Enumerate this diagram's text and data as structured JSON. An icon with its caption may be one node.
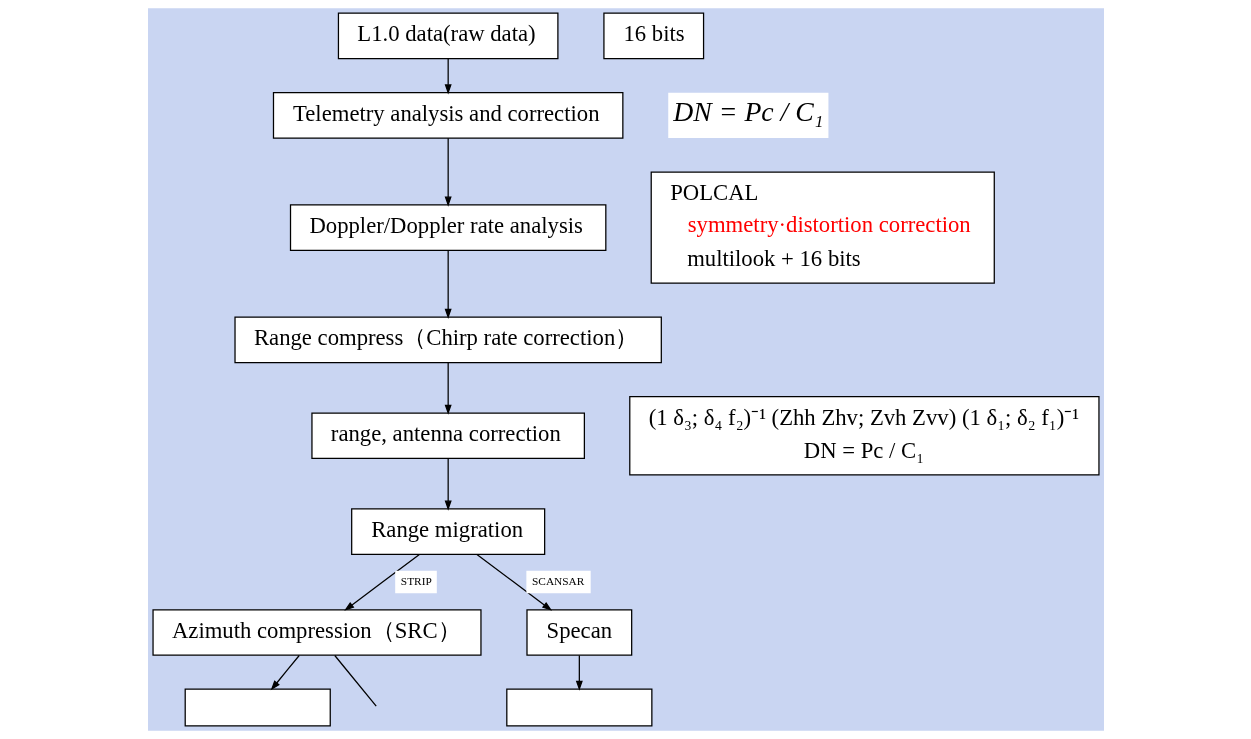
{
  "diagram": {
    "nodes": [
      {
        "text": [
          "L1.0 data(raw data)"
        ]
      },
      {
        "text": [
          "Telemetry analysis and correction"
        ]
      },
      {
        "text": [
          "Doppler/Doppler rate analysis"
        ]
      },
      {
        "text": [
          "Range compress（Chirp rate correction）"
        ]
      },
      {
        "text": [
          "range, antenna correction"
        ]
      },
      {
        "text": [
          "Range migration"
        ]
      },
      {
        "text": [
          "Azimuth compression（SRC）"
        ]
      },
      {
        "text": [
          "Specan"
        ]
      },
      {
        "text": [],
        "shape": "box"
      },
      {
        "text": [],
        "shape": "box"
      },
      {
        "text": [
          "16 bits"
        ]
      },
      {
        "text": [
          "POLCAL",
          "symmetry·distortion correction",
          "multilook + 16 bits"
        ]
      },
      {
        "text": [
          "(1 δ₃; δ₄ f₂)⁻¹ (Zhh Zhv; Zvh Zvv) (1 δ₁; δ₂ f₁)⁻¹",
          "DN = Pc / C₁"
        ]
      }
    ],
    "edges": [
      {
        "from": 0,
        "to": 1,
        "arrow": "to"
      },
      {
        "from": 1,
        "to": 2,
        "arrow": "to"
      },
      {
        "from": 2,
        "to": 3,
        "arrow": "to"
      },
      {
        "from": 3,
        "to": 4,
        "arrow": "to"
      },
      {
        "from": 4,
        "to": 5,
        "arrow": "to"
      },
      {
        "from": 5,
        "to": 6,
        "arrow": "to",
        "label": "STRIP"
      },
      {
        "from": 5,
        "to": 7,
        "arrow": "to",
        "label": "SCANSAR"
      },
      {
        "from": 6,
        "to": 8,
        "arrow": "to"
      },
      {
        "from": 6,
        "to": null,
        "arrow": "none"
      },
      {
        "from": 7,
        "to": 9,
        "arrow": "to"
      }
    ],
    "labels": [
      "DN = Pc / C₁"
    ]
  }
}
